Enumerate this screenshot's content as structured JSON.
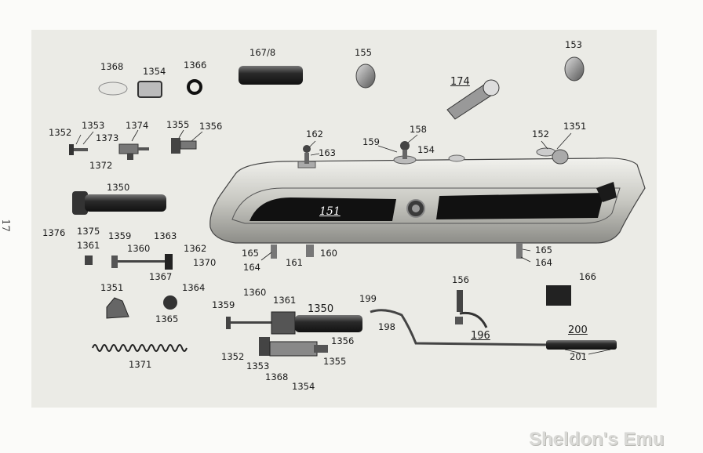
{
  "page_number": "17",
  "tank_label": "151",
  "watermark": "Sheldon's Emu",
  "labels": {
    "l1368a": "1368",
    "l1354a": "1354",
    "l1366": "1366",
    "l1678": "167/8",
    "l155": "155",
    "l153": "153",
    "l174": "174",
    "l1352a": "1352",
    "l1353a": "1353",
    "l1374": "1374",
    "l1373": "1373",
    "l1372": "1372",
    "l1355a": "1355",
    "l1356a": "1356",
    "l162": "162",
    "l163": "163",
    "l158": "158",
    "l159": "159",
    "l154": "154",
    "l152": "152",
    "l1351a": "1351",
    "l1350a": "1350",
    "l1376": "1376",
    "l1375": "1375",
    "l1361a": "1361",
    "l1359a": "1359",
    "l1360a": "1360",
    "l1363": "1363",
    "l1362": "1362",
    "l1370": "1370",
    "l1367": "1367",
    "l165a": "165",
    "l164a": "164",
    "l161": "161",
    "l160": "160",
    "l165b": "165",
    "l164b": "164",
    "l1351b": "1351",
    "l1364": "1364",
    "l1365": "1365",
    "l1359b": "1359",
    "l1360b": "1360",
    "l1361b": "1361",
    "l1350b": "1350",
    "l199": "199",
    "l198": "198",
    "l156": "156",
    "l196": "196",
    "l166": "166",
    "l200": "200",
    "l201": "201",
    "l1356b": "1356",
    "l1352b": "1352",
    "l1353b": "1353",
    "l1355b": "1355",
    "l1368b": "1368",
    "l1354b": "1354",
    "l1371": "1371"
  }
}
